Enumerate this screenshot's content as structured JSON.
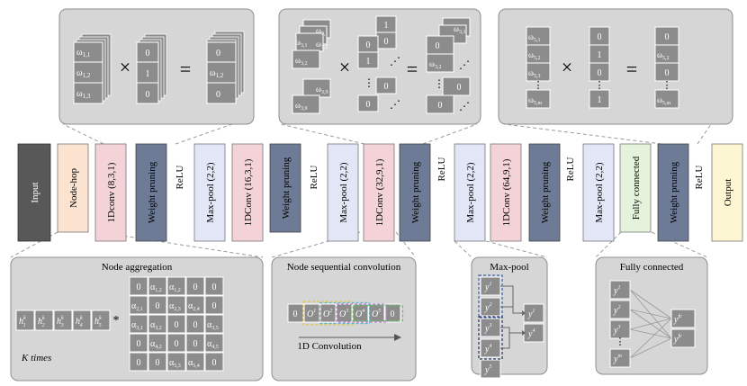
{
  "pipeline": {
    "input": "Input",
    "node_hop": "Node-hop",
    "conv1": "1Dconv (8,3,1)",
    "prune": "Weight pruning",
    "relu": "ReLU",
    "pool": "Max-pool (2,2)",
    "conv2": "1DConv (16,3,1)",
    "conv3": "1DConv (32,9,1)",
    "conv4": "1DConv (64,9,1)",
    "fc": "Fully connected",
    "output": "Output"
  },
  "top_panels": {
    "op_times": "×",
    "op_equals": "=",
    "dots": "⋮",
    "diag_dots": "⋰",
    "panel1": {
      "w_left": [
        "ω",
        "1,1",
        "1,2",
        "1,3"
      ],
      "mask": [
        "0",
        "1",
        "0"
      ],
      "w_right": [
        "0",
        "ω",
        "1,2",
        "0"
      ]
    },
    "panel2": {
      "w_left": [
        "ω",
        "3,1",
        "3,2",
        "3,9"
      ],
      "mask": [
        "1",
        "0",
        "1",
        "0"
      ],
      "w_right": [
        "ω",
        "3,1",
        "3,2",
        "0",
        "0"
      ]
    },
    "panel3": {
      "w_left": [
        "ω",
        "5,1",
        "5,2",
        "5,3",
        "5,m"
      ],
      "mask": [
        "0",
        "1",
        "0",
        "1"
      ],
      "w_right": [
        "0",
        "ω",
        "5,2",
        "0",
        "5,m"
      ]
    }
  },
  "bottom_panels": {
    "node_aggregation": {
      "title": "Node aggregation",
      "h_base": "h",
      "h_sup": "k",
      "h_subs": [
        "1",
        "2",
        "3",
        "4",
        "5"
      ],
      "multiply": "*",
      "k_times": "K times",
      "alpha": "α",
      "zero": "0",
      "matrix": [
        [
          "0",
          "1,2",
          "1,2",
          "0",
          "0"
        ],
        [
          "2,1",
          "0",
          "2,3",
          "2,4",
          "0"
        ],
        [
          "3,1",
          "3,2",
          "0",
          "0",
          "3,5"
        ],
        [
          "0",
          "4,2",
          "0",
          "0",
          "4,5"
        ],
        [
          "0",
          "0",
          "5,3",
          "5,4",
          "0"
        ]
      ]
    },
    "node_sequential_conv": {
      "title": "Node sequential convolution",
      "o_base": "O",
      "o_sups": [
        "1",
        "2",
        "3",
        "4",
        "5"
      ],
      "zero": "0",
      "arrow_label": "1D Convolution"
    },
    "max_pool": {
      "title": "Max-pool",
      "y": "y",
      "inputs": [
        "1",
        "2",
        "3",
        "4",
        "5"
      ],
      "outputs": [
        "1",
        "4"
      ]
    },
    "fully_connected": {
      "title": "Fully connected",
      "y": "y",
      "inputs": [
        "1",
        "2",
        "3",
        "m"
      ],
      "outputs": [
        "fc",
        "fc"
      ],
      "dots": "⋮"
    }
  },
  "colors": {
    "input_fill": "#585858",
    "node_hop_fill": "#fbe3cf",
    "conv_fill": "#f3d3d8",
    "prune_fill": "#6e7b96",
    "pool_fill": "#e3e6f6",
    "fc_fill": "#e6f3dc",
    "output_fill": "#fdf6d3",
    "panel_fill": "#d6d6d6",
    "cell_fill": "#8c8c8c"
  }
}
